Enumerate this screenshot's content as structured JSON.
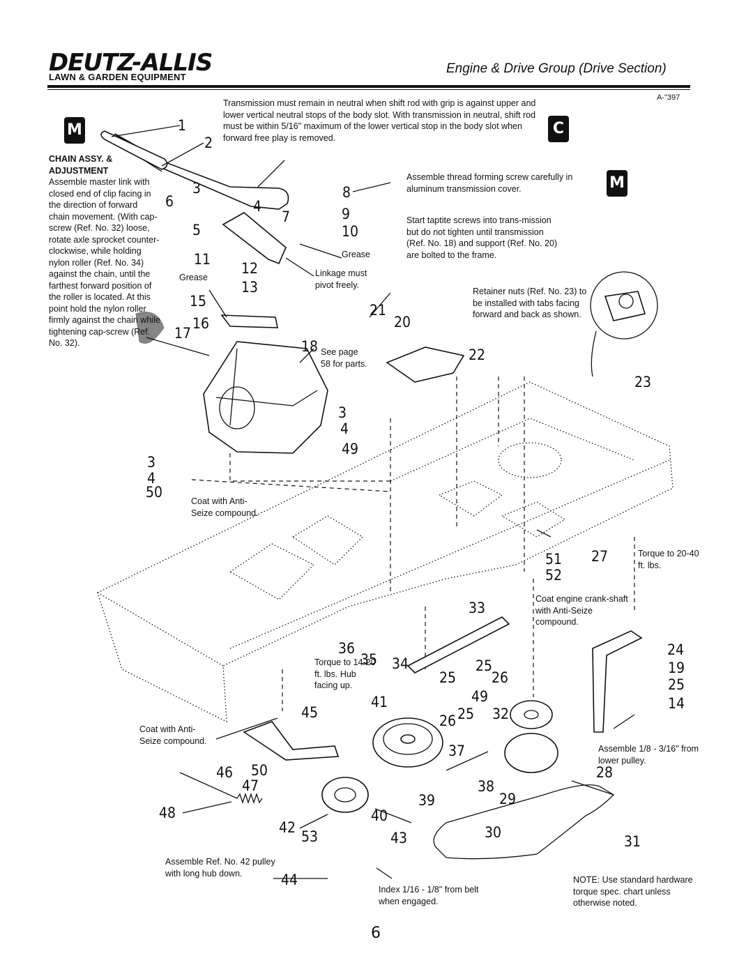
{
  "header": {
    "brand": "DEUTZ-ALLIS",
    "brand_sub": "LAWN & GARDEN EQUIPMENT",
    "section_title": "Engine & Drive Group (Drive Section)",
    "diagram_code": "A-\"397"
  },
  "badges": {
    "m_left": "M",
    "c_right": "C",
    "m_right": "M"
  },
  "notes": {
    "transmission_neutral": "Transmission must remain in neutral when shift rod with grip is against upper and lower vertical neutral stops of the body slot. With transmission in neutral, shift rod must be within 5/16\" maximum of the lower vertical stop in the body slot when forward free play is removed.",
    "chain_title": "CHAIN ASSY. & ADJUSTMENT",
    "chain_body": "Assemble master link with closed end of clip facing in the direction of forward chain movement. (With cap-screw (Ref. No. 32) loose, rotate axle sprocket counter-clockwise, while holding nylon roller (Ref. No. 34) against the chain, until the farthest forward position of the roller is located. At this point hold the nylon roller firmly against the chain while tightening cap-screw (Ref. No. 32).",
    "thread_screw": "Assemble thread forming screw carefully in aluminum transmission cover.",
    "taptite": "Start taptite screws into trans-mission but do not tighten until transmission (Ref. No. 18) and support (Ref. No. 20) are bolted to the frame.",
    "retainer_nuts": "Retainer nuts (Ref. No. 23) to be installed with tabs facing forward and back as shown.",
    "grease_1": "Grease",
    "grease_2": "Grease",
    "linkage": "Linkage must pivot freely.",
    "see_page": "See page 58 for parts.",
    "anti_seize_1": "Coat with Anti-Seize compound.",
    "anti_seize_2": "Coat with Anti-Seize compound.",
    "crankshaft": "Coat engine crank-shaft with Anti-Seize compound.",
    "torque_27": "Torque to 20-40 ft. lbs.",
    "torque_35": "Torque to 14-20 ft. lbs. Hub facing up.",
    "assemble_gap": "Assemble 1/8 - 3/16\" from lower pulley.",
    "assemble_42": "Assemble Ref. No. 42 pulley with long hub down.",
    "index": "Index 1/16 - 1/8\" from belt when engaged.",
    "standard_hw": "NOTE: Use standard hardware torque spec. chart unless otherwise noted."
  },
  "callouts": [
    "1",
    "2",
    "3",
    "4",
    "5",
    "6",
    "7",
    "8",
    "9",
    "10",
    "11",
    "12",
    "13",
    "15",
    "16",
    "17",
    "18",
    "21",
    "20",
    "22",
    "23",
    "3",
    "4",
    "49",
    "3",
    "4",
    "50",
    "51",
    "27",
    "52",
    "33",
    "36",
    "35",
    "34",
    "25",
    "26",
    "25",
    "49",
    "41",
    "45",
    "26",
    "25",
    "32",
    "24",
    "19",
    "25",
    "14",
    "37",
    "28",
    "46",
    "50",
    "47",
    "38",
    "39",
    "29",
    "48",
    "40",
    "42",
    "53",
    "43",
    "30",
    "31",
    "44"
  ],
  "page_number": "6"
}
